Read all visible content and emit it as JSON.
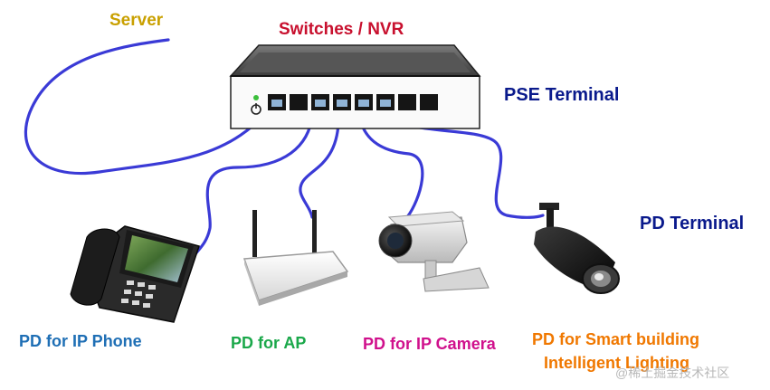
{
  "labels": {
    "server": "Server",
    "switches": "Switches / NVR",
    "pse_terminal": "PSE Terminal",
    "pd_terminal": "PD Terminal",
    "pd_phone": "PD for IP Phone",
    "pd_ap": "PD for AP",
    "pd_camera": "PD for IP Camera",
    "pd_smart_line1": "PD for Smart building",
    "pd_smart_line2": "Intelligent Lighting",
    "watermark": "@稀土掘金技术社区"
  },
  "colors": {
    "server": "#c9a000",
    "switches": "#c8102e",
    "pse_terminal": "#0a1a8c",
    "pd_terminal": "#0a1a8c",
    "pd_phone": "#1f6fb5",
    "pd_ap": "#1aa84a",
    "pd_camera": "#d0108c",
    "pd_smart": "#f07800",
    "cable": "#3a3ad6",
    "watermark": "#b8b8b8"
  },
  "icons": {
    "switch": "network-switch-icon",
    "phone": "ip-phone-icon",
    "ap": "access-point-icon",
    "camera": "ip-camera-icon",
    "light": "smart-light-icon"
  }
}
